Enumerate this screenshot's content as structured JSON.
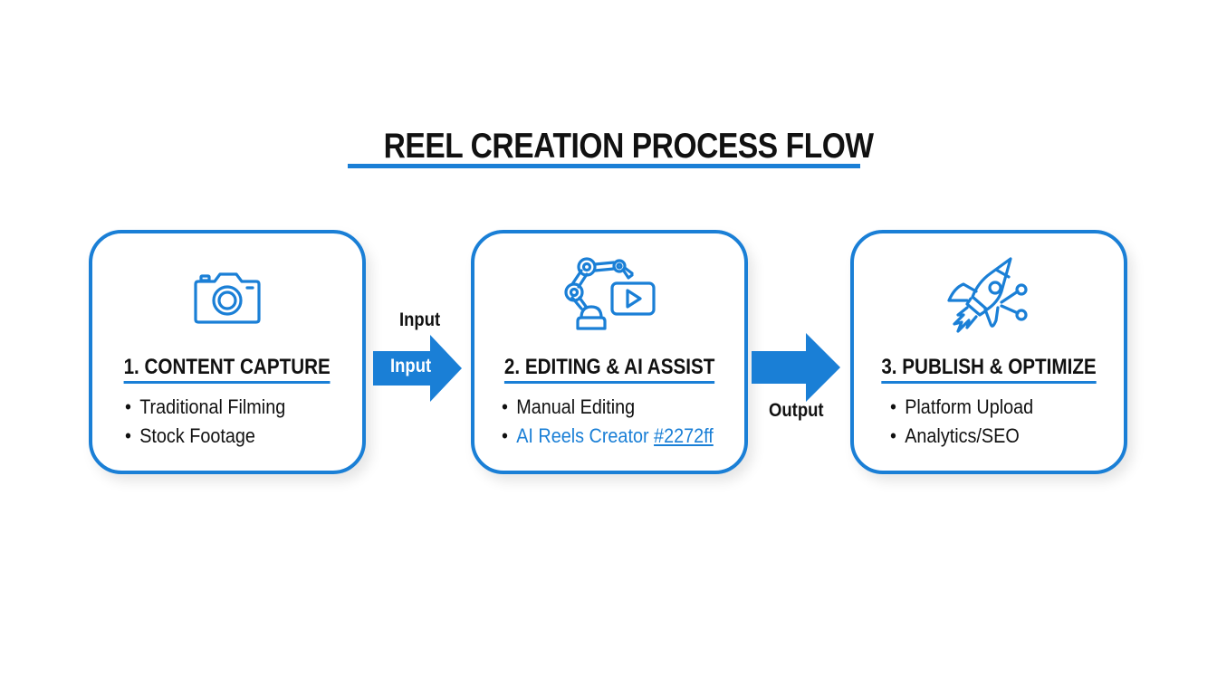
{
  "title": "REEL CREATION PROCESS FLOW",
  "colors": {
    "accent": "#1a7fd6",
    "text": "#111111",
    "background": "#ffffff"
  },
  "steps": [
    {
      "icon": "camera-icon",
      "heading": "1. CONTENT CAPTURE",
      "items": [
        {
          "text": "Traditional Filming"
        },
        {
          "text": "Stock Footage"
        }
      ]
    },
    {
      "icon": "robot-arm-video-icon",
      "heading": "2. EDITING & AI ASSIST",
      "items": [
        {
          "text": "Manual Editing"
        },
        {
          "text": "AI Reels Creator ",
          "link": "#2272ff"
        }
      ]
    },
    {
      "icon": "rocket-share-icon",
      "heading": "3. PUBLISH & OPTIMIZE",
      "items": [
        {
          "text": "Platform Upload"
        },
        {
          "text": "Analytics/SEO"
        }
      ]
    }
  ],
  "connectors": [
    {
      "label_above": "Input",
      "label_inside": "Input"
    },
    {
      "label_below": "Output"
    }
  ],
  "bullet": "•"
}
